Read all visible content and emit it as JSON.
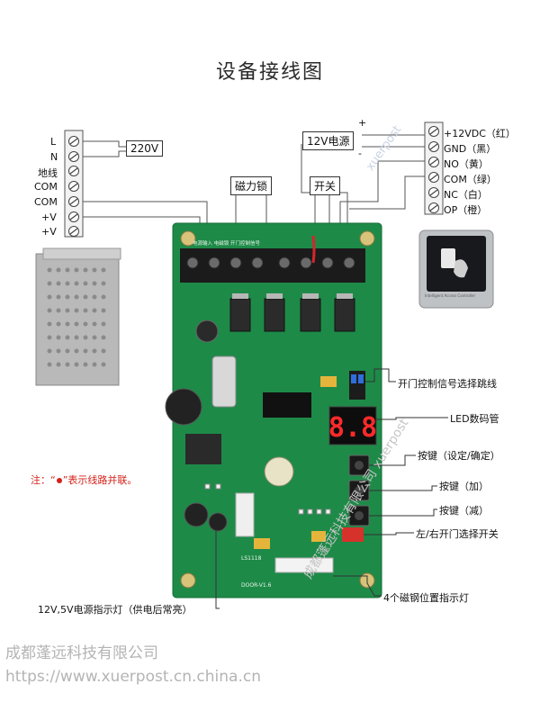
{
  "title": "设备接线图",
  "left_terminals": [
    "L",
    "N",
    "地线",
    "COM",
    "COM",
    "+V",
    "+V"
  ],
  "right_terminals": [
    "+12VDC（红）",
    "GND（黑）",
    "NO（黄）",
    "COM（绿）",
    "NC（白）",
    "OP（橙）"
  ],
  "boxes": {
    "v220": "220V",
    "v12": "12V电源",
    "lock": "磁力锁",
    "switch": "开关"
  },
  "polarity": {
    "plus": "+",
    "minus": "-"
  },
  "callouts": [
    "开门控制信号选择跳线",
    "LED数码管",
    "按键（设定/确定）",
    "按键（加）",
    "按键（减）",
    "左/右开门选择开关",
    "4个磁钢位置指示灯"
  ],
  "bottom_label": "12V,5V电源指示灯（供电后常亮）",
  "note": {
    "prefix": "注：“",
    "suffix": "”表示线路并联。"
  },
  "board": {
    "display": "8.8",
    "silk_model": "DOOR-V1.6",
    "silk_id": "LS1118",
    "header_text": "电源输入  电磁锁  开门控制信号"
  },
  "reader_text": "Intelligent Access Controller",
  "watermarks": {
    "company": "成都蓬远科技有限公司",
    "url": "https://www.xuerpost.cn.china.cn",
    "diag1": "成都蓬远科技有限公司  xuerpost",
    "diag2": "xuerpost"
  },
  "colors": {
    "pcb": "#1e8a48",
    "note_red": "#d3221a",
    "led_red": "#ff2a2a",
    "power_supply": "#b9b9b9"
  }
}
